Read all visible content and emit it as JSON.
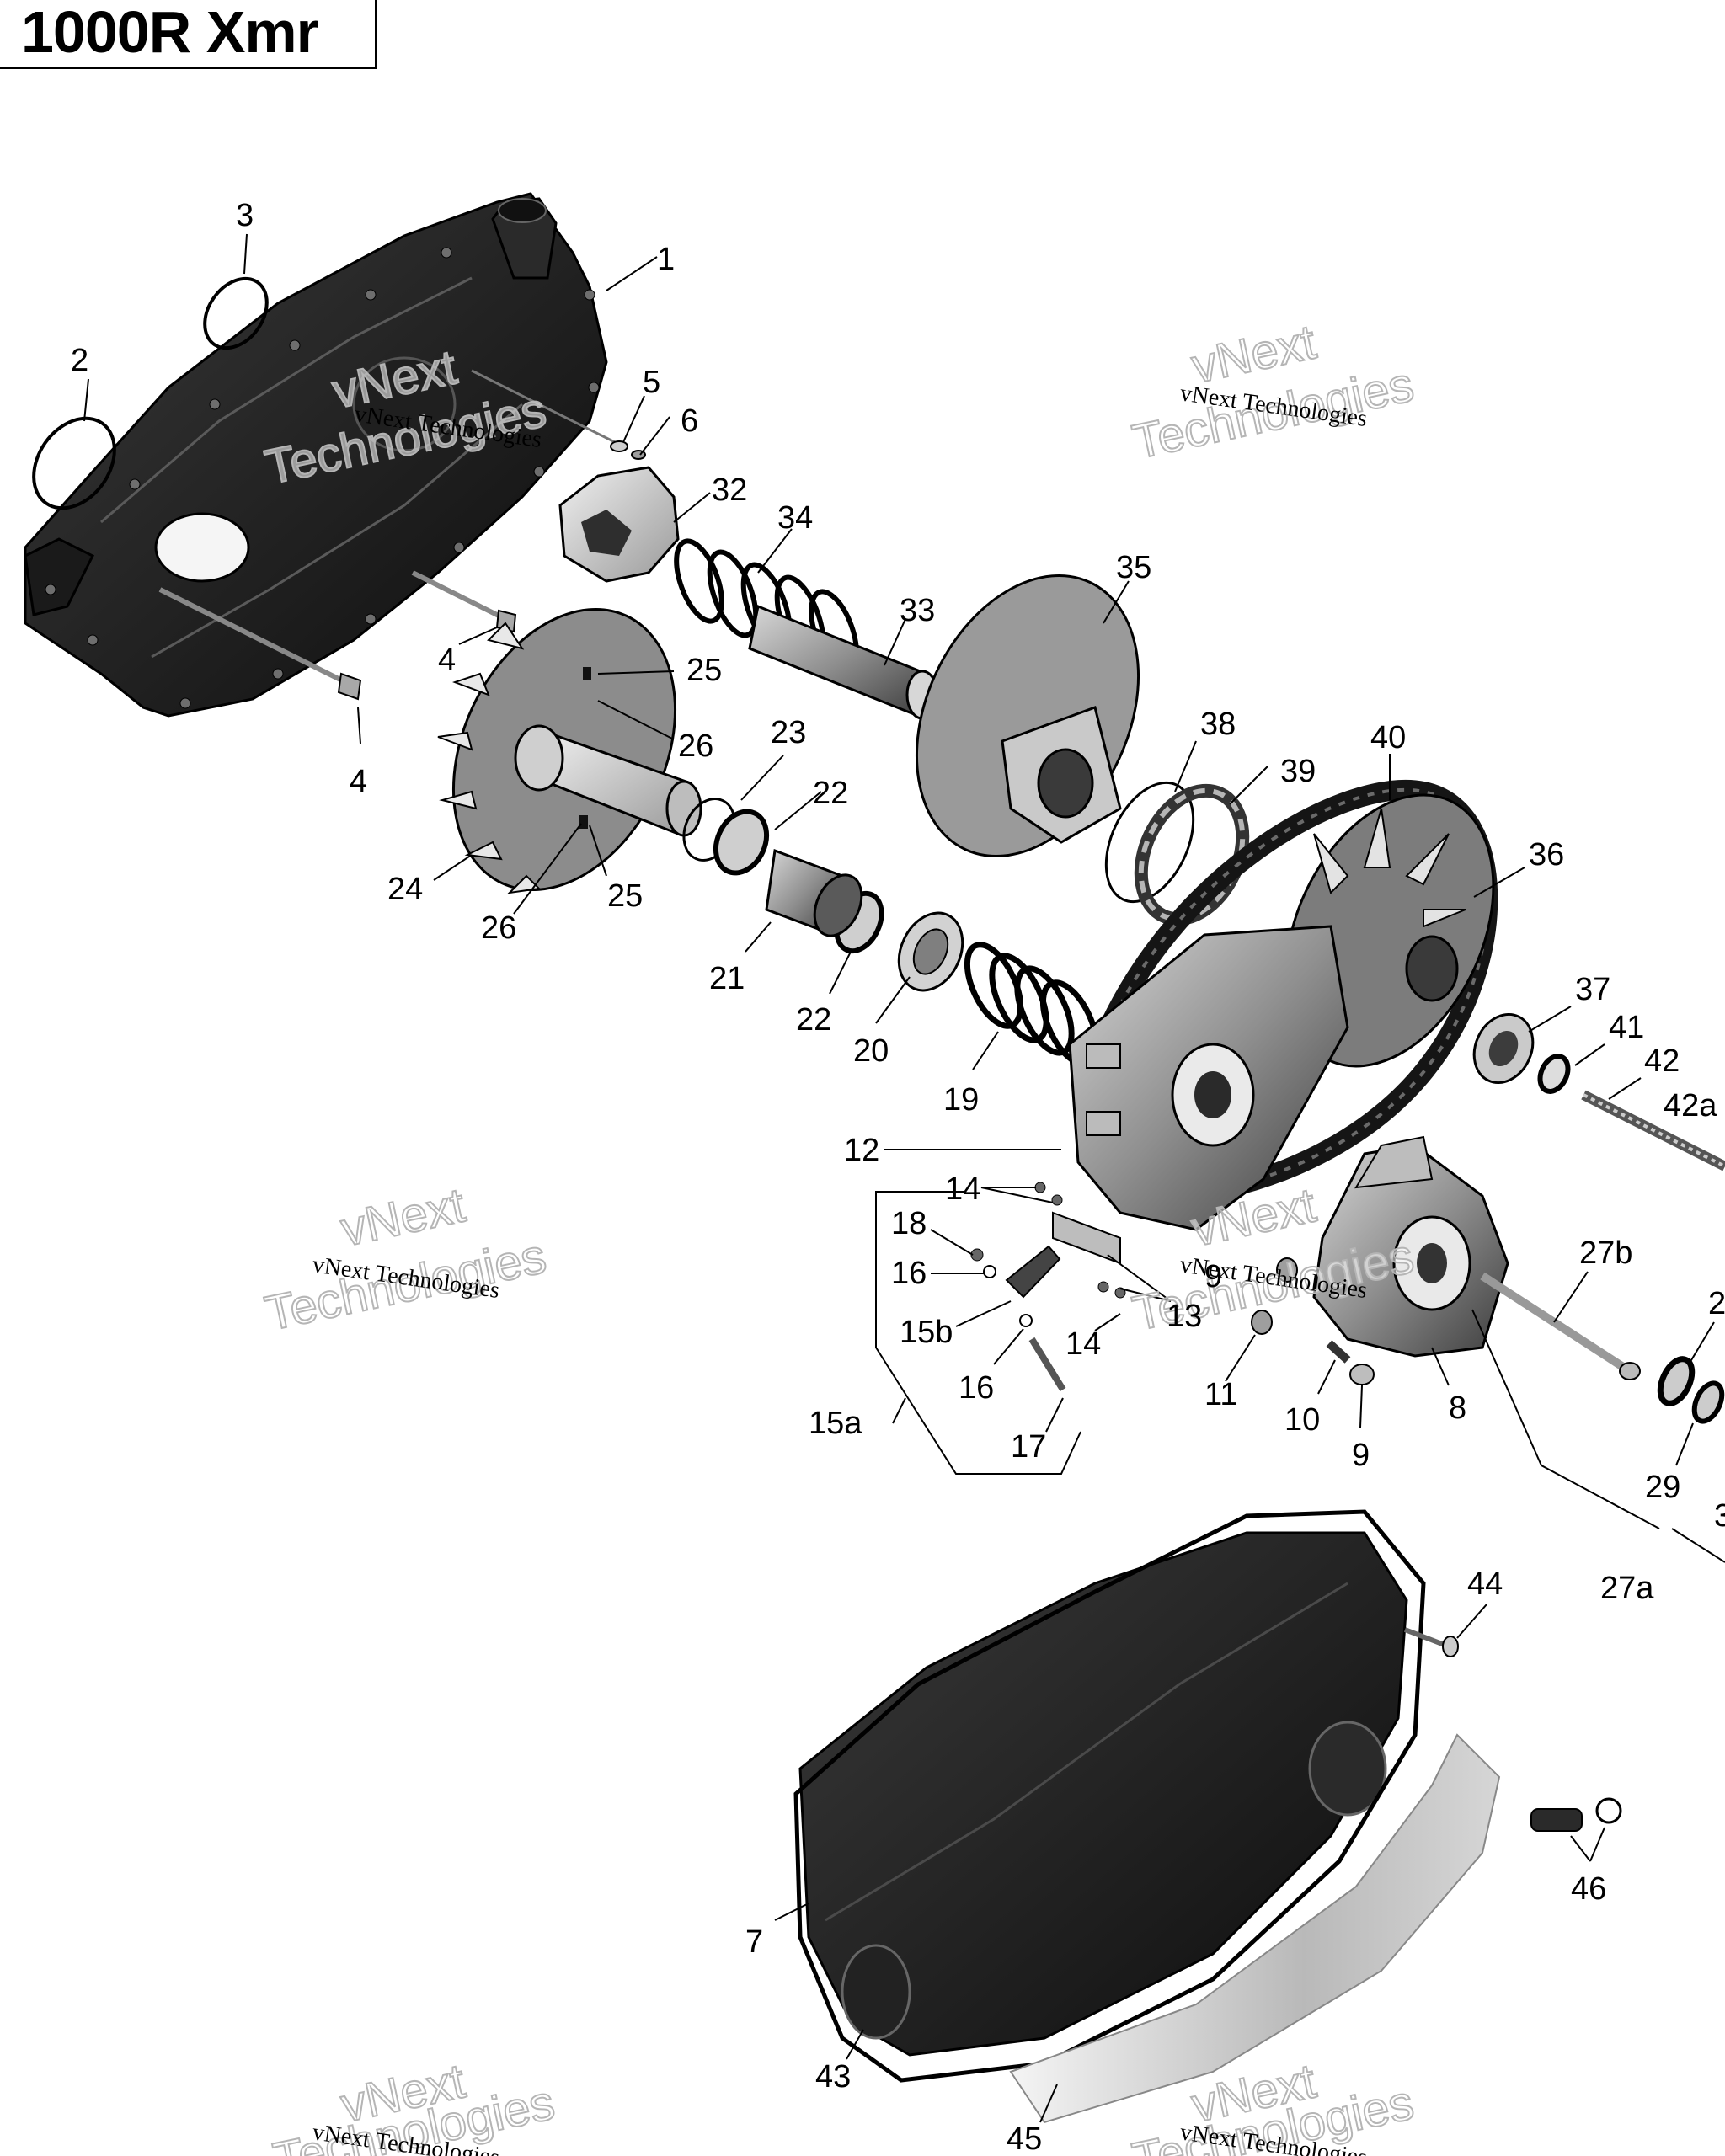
{
  "header": {
    "title": "1000R Xmr"
  },
  "watermark": {
    "line1": "vNext",
    "line2": "Technologies",
    "small": "vNext Technologies"
  },
  "callouts": {
    "c1": "1",
    "c2": "2",
    "c3": "3",
    "c4a": "4",
    "c4b": "4",
    "c5": "5",
    "c6": "6",
    "c32": "32",
    "c34": "34",
    "c33": "33",
    "c35": "35",
    "c25a": "25",
    "c26a": "26",
    "c23": "23",
    "c22a": "22",
    "c24": "24",
    "c26b": "26",
    "c25b": "25",
    "c21": "21",
    "c22b": "22",
    "c20": "20",
    "c19": "19",
    "c38": "38",
    "c39": "39",
    "c40": "40",
    "c36": "36",
    "c37": "37",
    "c41": "41",
    "c42": "42",
    "c42a": "42a",
    "c12": "12",
    "c14a": "14",
    "c18": "18",
    "c16a": "16",
    "c15b": "15b",
    "c13": "13",
    "c14b": "14",
    "c16b": "16",
    "c15a": "15a",
    "c17": "17",
    "c9a": "9",
    "c11": "11",
    "c10": "10",
    "c9b": "9",
    "c8": "8",
    "c27b": "27b",
    "c2x": "2",
    "c29": "29",
    "c3x": "3",
    "c27a": "27a",
    "c44": "44",
    "c46": "46",
    "c7": "7",
    "c43": "43",
    "c45": "45"
  }
}
